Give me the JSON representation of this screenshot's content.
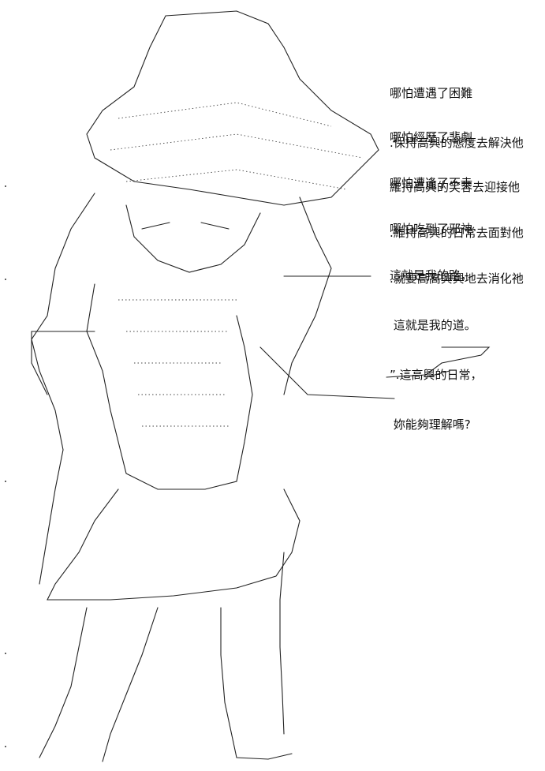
{
  "poem": {
    "stanzas": [
      {
        "lines": [
          "哪怕遭遇了困難",
          ".保持高興的態度去解決他"
        ]
      },
      {
        "lines": [
          "哪怕經歷了悲劇",
          "維持高興的笑容去迎接他"
        ]
      },
      {
        "lines": [
          "哪怕遭逢了不幸",
          ".維持高興的日常去面對他"
        ]
      },
      {
        "lines": [
          "哪怕吃到了邪神",
          ".就要高高興興地去消化祂"
        ]
      },
      {
        "lines": [
          "這就是我的路，",
          " 這就是我的道。",
          "”.這高興的日常，",
          " 妳能夠理解嗎?"
        ]
      }
    ]
  },
  "colors": {
    "ink": "#111111",
    "background": "#ffffff"
  }
}
